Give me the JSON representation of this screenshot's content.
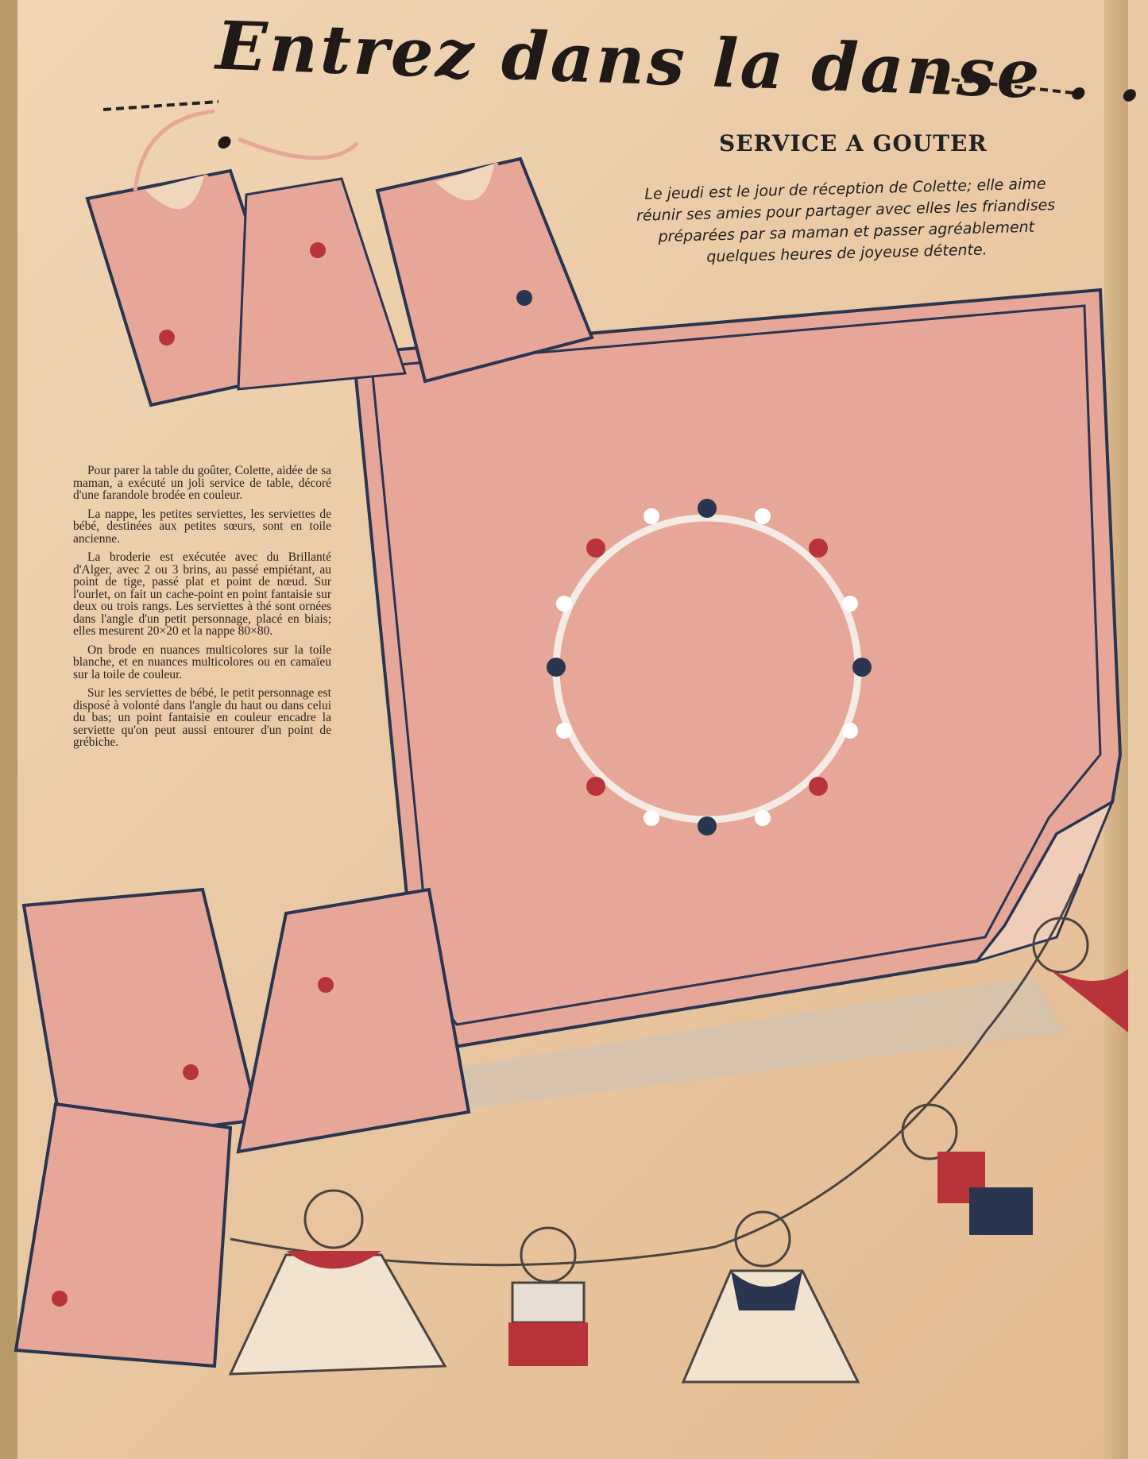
{
  "title": "Entrez dans la danse . . .",
  "heading": "SERVICE A GOUTER",
  "intro": "Le jeudi est le jour de réception de Colette; elle aime réunir ses amies pour partager avec elles les friandises préparées par sa maman et passer agréablement quelques heures de joyeuse détente.",
  "paragraphs": [
    "Pour parer la table du goûter, Colette, aidée de sa maman, a exécuté un joli service de table, décoré d'une farandole brodée en couleur.",
    "La nappe, les petites serviettes, les serviettes de bébé, destinées aux petites sœurs, sont en toile ancienne.",
    "La broderie est exécutée avec du Brillanté d'Alger, avec 2 ou 3 brins, au passé empiétant, au point de tige, passé plat et point de nœud. Sur l'ourlet, on fait un cache-point en point fantaisie sur deux ou trois rangs. Les serviettes à thé sont ornées dans l'angle d'un petit personnage, placé en biais; elles mesurent 20×20 et la nappe 80×80.",
    "On brode en nuances multicolores sur la toile blanche, et en nuances multicolores ou en camaïeu sur la toile de couleur.",
    "Sur les serviettes de bébé, le petit personnage est disposé à volonté dans l'angle du haut ou dans celui du bas; un point fantaisie en couleur encadre la serviette qu'on peut aussi entourer d'un point de grébiche."
  ],
  "colors": {
    "paper": "#ecd0ac",
    "pink": "#e8a898",
    "navy": "#2a3550",
    "red": "#b8333a"
  }
}
